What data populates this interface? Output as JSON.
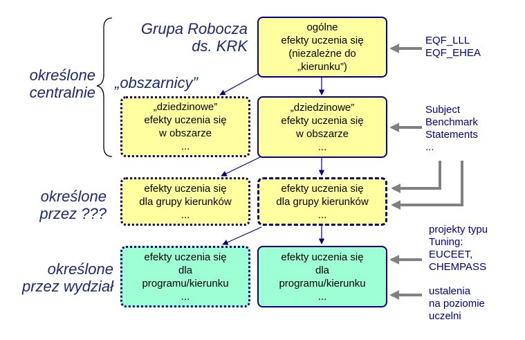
{
  "labels": {
    "grupa": "Grupa Robocza\nds. KRK",
    "centralnie": "określone\ncentralnie",
    "obszarnicy": "„obszarnicy”",
    "przez_qqq": "określone\nprzez ???",
    "przez_wydzial": "określone\nprzez wydział"
  },
  "boxes": {
    "ogolne": "ogólne\nefekty uczenia się\n(niezależne do\n„kierunku”)",
    "dziedzinowe_left": "„dziedzinowe”\nefekty uczenia się\nw obszarze\n...",
    "dziedzinowe_right": "„dziedzinowe”\nefekty uczenia się\nw obszarze\n...",
    "grupa_left": "efekty uczenia się\ndla grupy kierunków\n...",
    "grupa_right": "efekty uczenia się\ndla grupy kierunków\n...",
    "program_left": "efekty uczenia się\ndla\nprogramu/kierunku\n...",
    "program_right": "efekty uczenia się\ndla\nprogramu/kierunku\n..."
  },
  "sources": {
    "eqf": "EQF_LLL\nEQF_EHEA",
    "subject": "Subject\nBenchmark\nStatements\n...",
    "tuning": "projekty typu\nTuning:\nEUCEET,\nCHEMPASS",
    "ustalenia": "ustalenia\nna poziomie\nuczelni"
  },
  "colors": {
    "yellow_box": "#ffff9f",
    "green_box": "#9fffd4",
    "border": "#000080",
    "label_text": "#1a2a6c",
    "gray_arrow": "#808080"
  }
}
